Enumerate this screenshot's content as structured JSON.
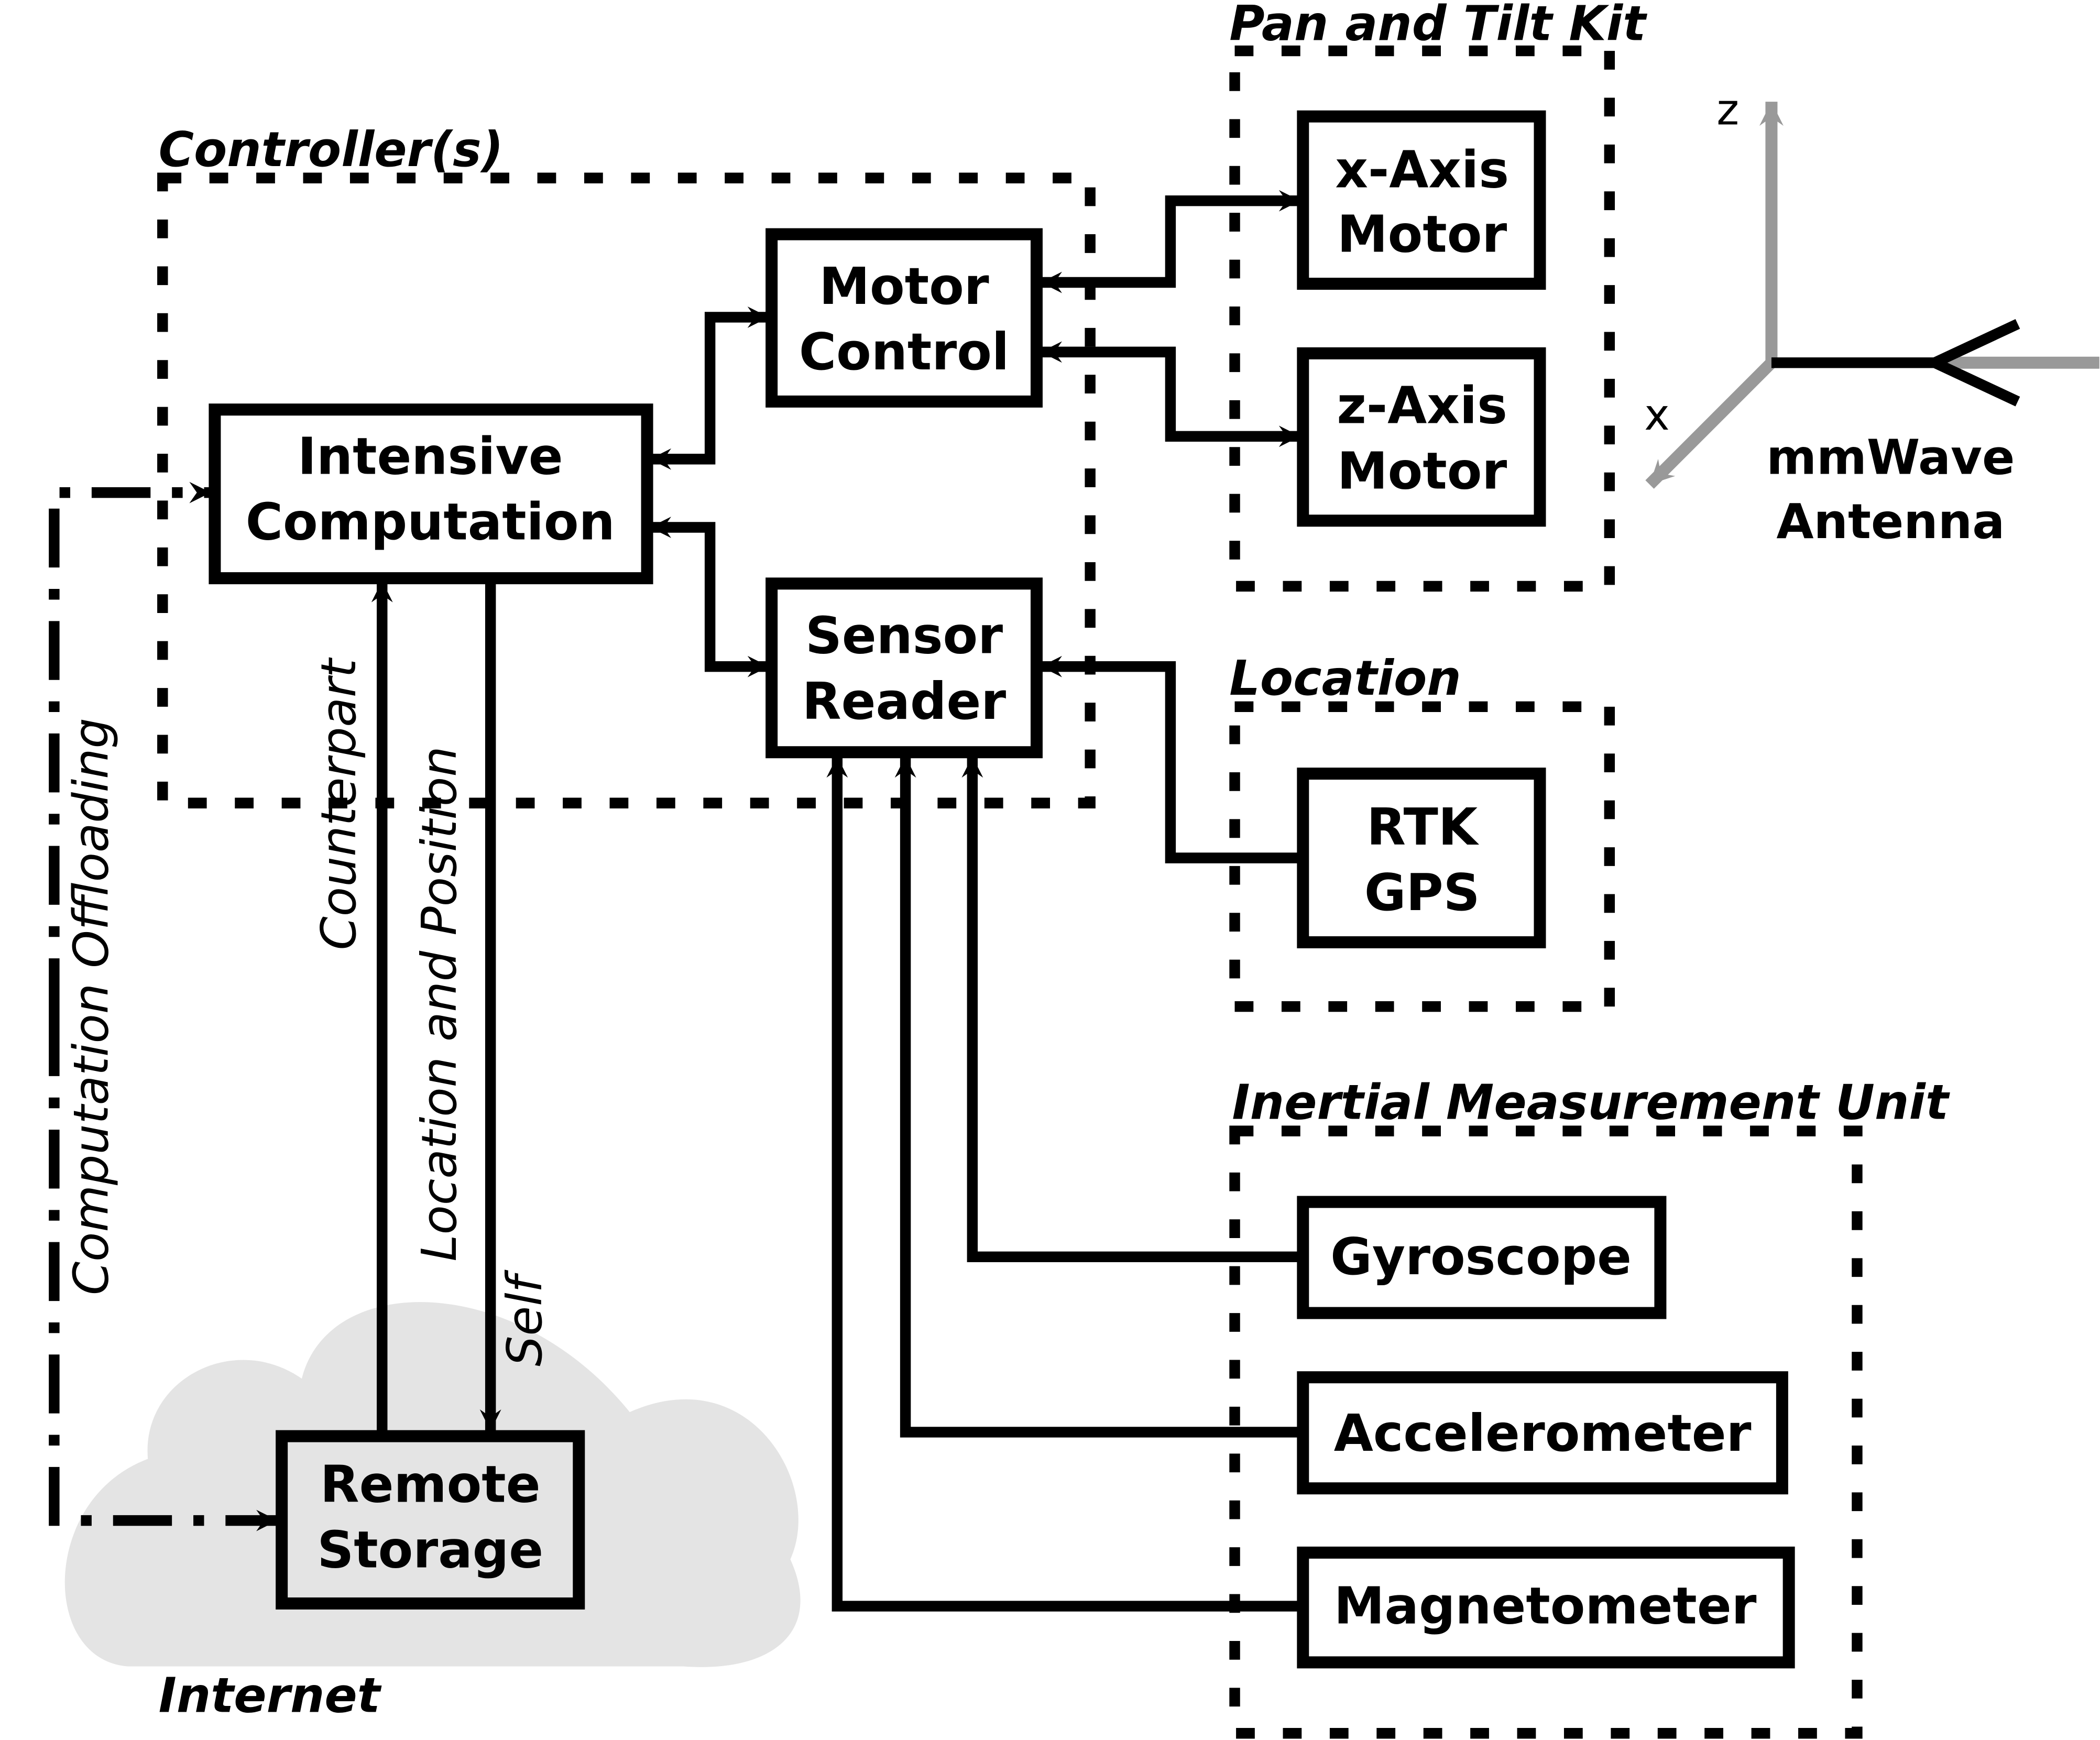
{
  "groups": {
    "controllers": "Controller(s)",
    "pan_tilt_kit": "Pan and Tilt Kit",
    "location": "Location",
    "imu": "Inertial Measurement Unit",
    "internet": "Internet"
  },
  "blocks": {
    "intensive_computation": [
      "Intensive",
      "Computation"
    ],
    "motor_control": [
      "Motor",
      "Control"
    ],
    "sensor_reader": [
      "Sensor",
      "Reader"
    ],
    "x_axis_motor": [
      "x-Axis",
      "Motor"
    ],
    "z_axis_motor": [
      "z-Axis",
      "Motor"
    ],
    "rtk_gps": [
      "RTK",
      "GPS"
    ],
    "gyroscope": "Gyroscope",
    "accelerometer": "Accelerometer",
    "magnetometer": "Magnetometer",
    "remote_storage": [
      "Remote",
      "Storage"
    ]
  },
  "edge_labels": {
    "computation_offloading": "Computation Offloading",
    "counterpart": "Counterpart",
    "location_and_position": "Location and Position",
    "self": "Self"
  },
  "antenna": {
    "axis_z": "z",
    "axis_x": "x",
    "label": [
      "mmWave",
      "Antenna"
    ]
  },
  "colors": {
    "line": "#000000",
    "cloud": "#e4e4e4",
    "axis": "#999999"
  }
}
